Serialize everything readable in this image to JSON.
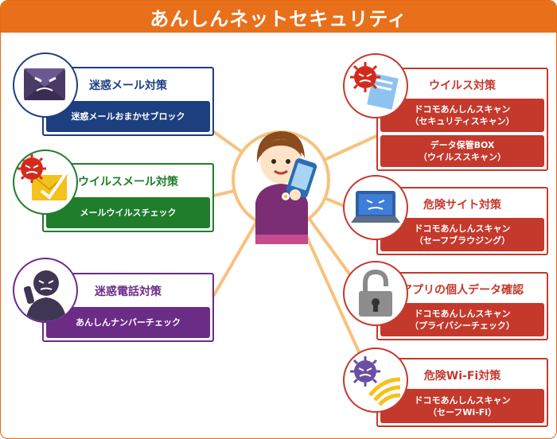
{
  "header": {
    "title": "あんしんネットセキュリティ"
  },
  "left_cards": [
    {
      "title": "迷惑メール対策",
      "buttons": [
        {
          "lines": [
            "迷惑メールおまかせブロック"
          ]
        }
      ]
    },
    {
      "title": "ウイルスメール対策",
      "buttons": [
        {
          "lines": [
            "メールウイルスチェック"
          ]
        }
      ]
    },
    {
      "title": "迷惑電話対策",
      "buttons": [
        {
          "lines": [
            "あんしんナンバーチェック"
          ]
        }
      ]
    }
  ],
  "right_cards": [
    {
      "title": "ウイルス対策",
      "buttons": [
        {
          "lines": [
            "ドコモあんしんスキャン",
            "（セキュリティスキャン）"
          ]
        },
        {
          "lines": [
            "データ保管BOX",
            "（ウイルススキャン）"
          ]
        }
      ]
    },
    {
      "title": "危険サイト対策",
      "buttons": [
        {
          "lines": [
            "ドコモあんしんスキャン",
            "（セーフブラウジング）"
          ]
        }
      ]
    },
    {
      "title": "アプリの個人データ確認",
      "buttons": [
        {
          "lines": [
            "ドコモあんしんスキャン",
            "（プライバシーチェック）"
          ]
        }
      ]
    },
    {
      "title": "危険Wi-Fi対策",
      "buttons": [
        {
          "lines": [
            "ドコモあんしんスキャン",
            "（セーフWi-Fi）"
          ]
        }
      ]
    }
  ],
  "colors": {
    "header": "#e8701a",
    "navy": "#1d3f7f",
    "green": "#1f7d2c",
    "purple": "#6b2c86",
    "red": "#c4392c",
    "connector": "#f7c27e"
  },
  "icons": {
    "left": [
      "spam-mail-icon",
      "virus-mail-icon",
      "spam-caller-icon"
    ],
    "right": [
      "virus-document-icon",
      "virus-laptop-icon",
      "padlock-icon",
      "virus-wifi-icon"
    ]
  }
}
